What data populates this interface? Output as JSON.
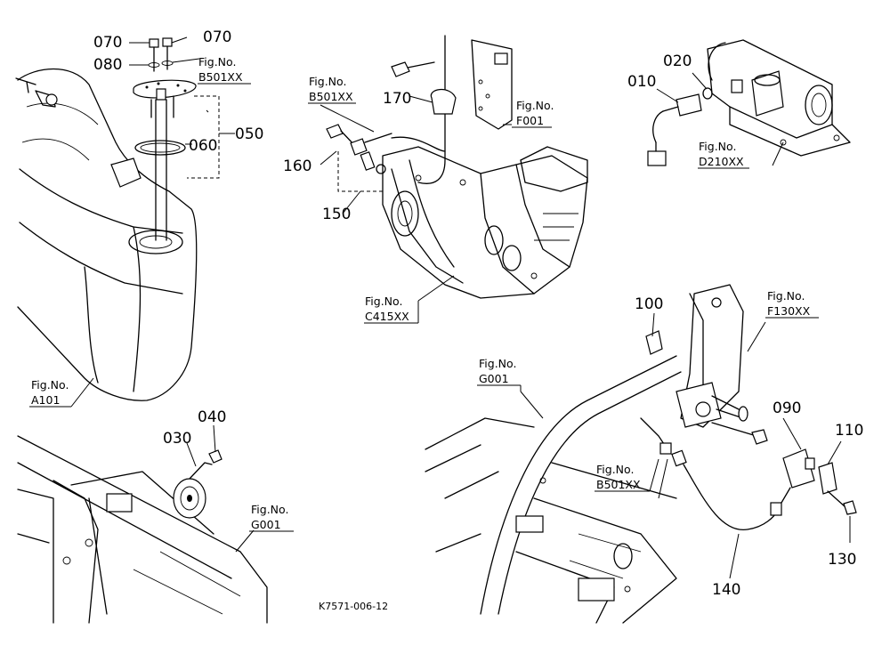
{
  "callouts": {
    "p010": "010",
    "p020": "020",
    "p030": "030",
    "p040": "040",
    "p050": "050",
    "p060": "060",
    "p070a": "070",
    "p070b": "070",
    "p080": "080",
    "p090": "090",
    "p100": "100",
    "p110": "110",
    "p130": "130",
    "p140": "140",
    "p150": "150",
    "p160": "160",
    "p170": "170"
  },
  "fig_refs": [
    {
      "label": "Fig.No.",
      "code": "B501XX"
    },
    {
      "label": "Fig.No.",
      "code": "B501XX"
    },
    {
      "label": "Fig.No.",
      "code": "F001"
    },
    {
      "label": "Fig.No.",
      "code": "D210XX"
    },
    {
      "label": "Fig.No.",
      "code": "C415XX"
    },
    {
      "label": "Fig.No.",
      "code": "F130XX"
    },
    {
      "label": "Fig.No.",
      "code": "G001"
    },
    {
      "label": "Fig.No.",
      "code": "A101"
    },
    {
      "label": "Fig.No.",
      "code": "B501XX"
    },
    {
      "label": "Fig.No.",
      "code": "G001"
    }
  ],
  "drawing_code": "K7571-006-12"
}
